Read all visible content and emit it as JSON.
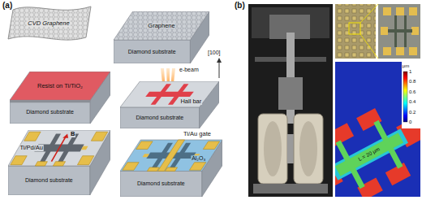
{
  "diagram": {
    "nodes": [
      {
        "text": [
          "Graphene",
          "Diamond substrate"
        ]
      },
      {
        "text": [
          "Resist on Ti/TiO₂",
          "Diamond substrate"
        ]
      },
      {
        "text": [
          "Hall bar",
          "Diamond substrate"
        ]
      },
      {
        "text": [
          "Ti/Pd/Au",
          "Diamond substrate"
        ]
      },
      {
        "text": [
          "Ti/Au gate",
          "Al₂O₃",
          "Diamond substrate"
        ]
      }
    ],
    "labels": [
      "(a)",
      "CVD Graphene",
      "[100]",
      "e-beam",
      "B",
      "(b)",
      "μm",
      "1",
      "0.8",
      "0.6",
      "0.4",
      "0.2",
      "0",
      "L = 20 μm"
    ]
  }
}
